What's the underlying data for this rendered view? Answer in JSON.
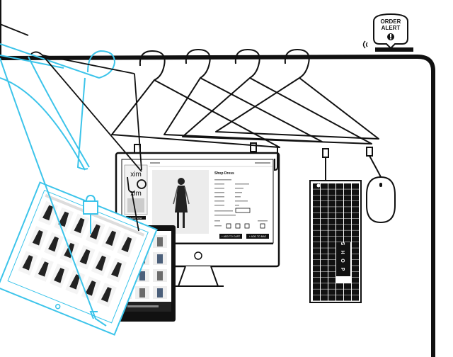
{
  "colors": {
    "line": "#111111",
    "accent": "#3cc4ea",
    "paper": "#ffffff"
  },
  "order_alert": {
    "line1": "ORDER",
    "line2": "ALERT",
    "icon": "exclamation-icon"
  },
  "monitor": {
    "brand_side": "xim",
    "brand_side_2": "xim",
    "product_title": "Shop Dress",
    "add_to_cart": "+ ADD TO CART",
    "add_to_bag": "+ ADD TO BAG",
    "side_button": "SHOP NOW"
  },
  "keyboard": {
    "keys": [
      "S",
      "H",
      "O",
      "P"
    ],
    "icon": "apple-icon"
  },
  "icons": {
    "tablet_bag": "shopping-bag-icon",
    "mouse": "mouse-icon",
    "wifi": "wifi-icon"
  }
}
